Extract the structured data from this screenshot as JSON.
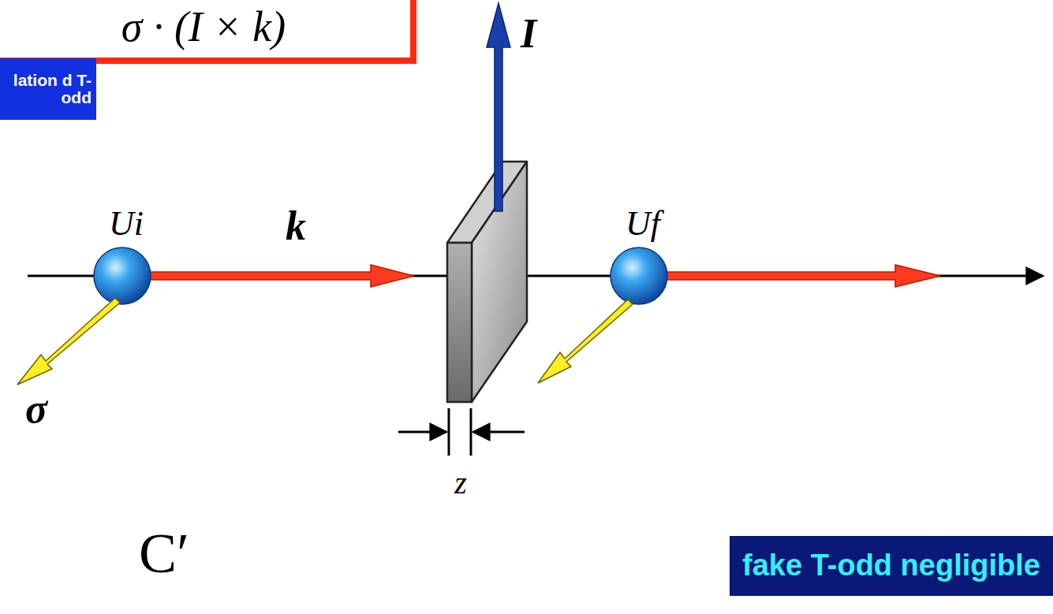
{
  "diagram": {
    "nodes": [
      {
        "text": [
          "σ · (I × k)"
        ]
      },
      {
        "text": [
          "lation d T-odd"
        ]
      },
      {
        "text": [
          "fake T-odd negligible"
        ]
      }
    ],
    "labels": [
      "I",
      "Ui",
      "k",
      "Uf",
      "σ",
      "z",
      "C′"
    ]
  }
}
